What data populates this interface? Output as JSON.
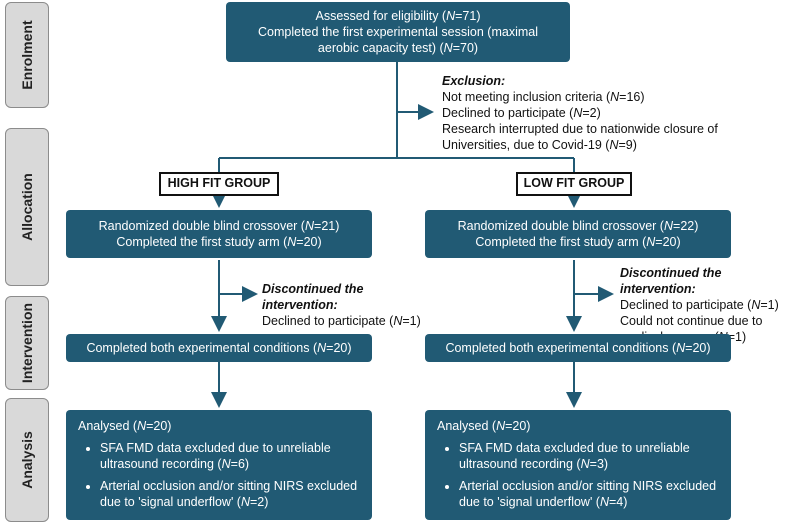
{
  "stages": {
    "enrolment": "Enrolment",
    "allocation": "Allocation",
    "intervention": "Intervention",
    "analysis": "Analysis"
  },
  "assessed": {
    "line1_pre": "Assessed for eligibility (",
    "line1_n": "N",
    "line1_post": "=71)",
    "line2": "Completed the first experimental session (maximal",
    "line3_pre": "aerobic capacity test) (",
    "line3_n": "N",
    "line3_post": "=70)"
  },
  "exclusion": {
    "heading": "Exclusion:",
    "items": [
      {
        "pre": "Not meeting inclusion criteria (",
        "n": "N",
        "post": "=16)"
      },
      {
        "pre": "Declined to participate (",
        "n": "N",
        "post": "=2)"
      },
      {
        "pre": "Research interrupted due to nationwide closure of",
        "n": "",
        "post": ""
      },
      {
        "pre": "Universities, due to Covid-19 (",
        "n": "N",
        "post": "=9)"
      }
    ]
  },
  "high": {
    "group_label": "HIGH FIT GROUP",
    "randomized": {
      "pre": "Randomized double blind crossover (",
      "n": "N",
      "post": "=21)"
    },
    "completed_arm": {
      "pre": "Completed the first study arm (",
      "n": "N",
      "post": "=20)"
    },
    "discontinued_heading": "Discontinued the intervention:",
    "discontinued_items": [
      {
        "pre": "Declined to participate (",
        "n": "N",
        "post": "=1)"
      }
    ],
    "completed_both": {
      "pre": "Completed both experimental conditions (",
      "n": "N",
      "post": "=20)"
    },
    "analysed": {
      "pre": "Analysed (",
      "n": "N",
      "post": "=20)"
    },
    "analysis_items": [
      {
        "pre": "SFA FMD data excluded due to unreliable ultrasound recording (",
        "n": "N",
        "post": "=6)"
      },
      {
        "pre": "Arterial occlusion and/or sitting NIRS excluded due to 'signal underflow' (",
        "n": "N",
        "post": "=2)"
      }
    ]
  },
  "low": {
    "group_label": "LOW FIT GROUP",
    "randomized": {
      "pre": "Randomized double blind crossover (",
      "n": "N",
      "post": "=22)"
    },
    "completed_arm": {
      "pre": "Completed the first study arm (",
      "n": "N",
      "post": "=20)"
    },
    "discontinued_heading": "Discontinued the intervention:",
    "discontinued_items": [
      {
        "pre": "Declined to participate (",
        "n": "N",
        "post": "=1)"
      },
      {
        "pre": "Could not continue due to",
        "n": "",
        "post": ""
      },
      {
        "pre": "medical reasons (",
        "n": "N",
        "post": "=1)"
      }
    ],
    "completed_both": {
      "pre": "Completed both experimental conditions (",
      "n": "N",
      "post": "=20)"
    },
    "analysed": {
      "pre": "Analysed (",
      "n": "N",
      "post": "=20)"
    },
    "analysis_items": [
      {
        "pre": "SFA FMD data excluded due to unreliable ultrasound recording (",
        "n": "N",
        "post": "=3)"
      },
      {
        "pre": "Arterial occlusion and/or sitting NIRS excluded due to 'signal underflow' (",
        "n": "N",
        "post": "=4)"
      }
    ]
  },
  "colors": {
    "box_fill": "#215a74",
    "stage_fill": "#d9d9d9",
    "arrow": "#215a74"
  }
}
